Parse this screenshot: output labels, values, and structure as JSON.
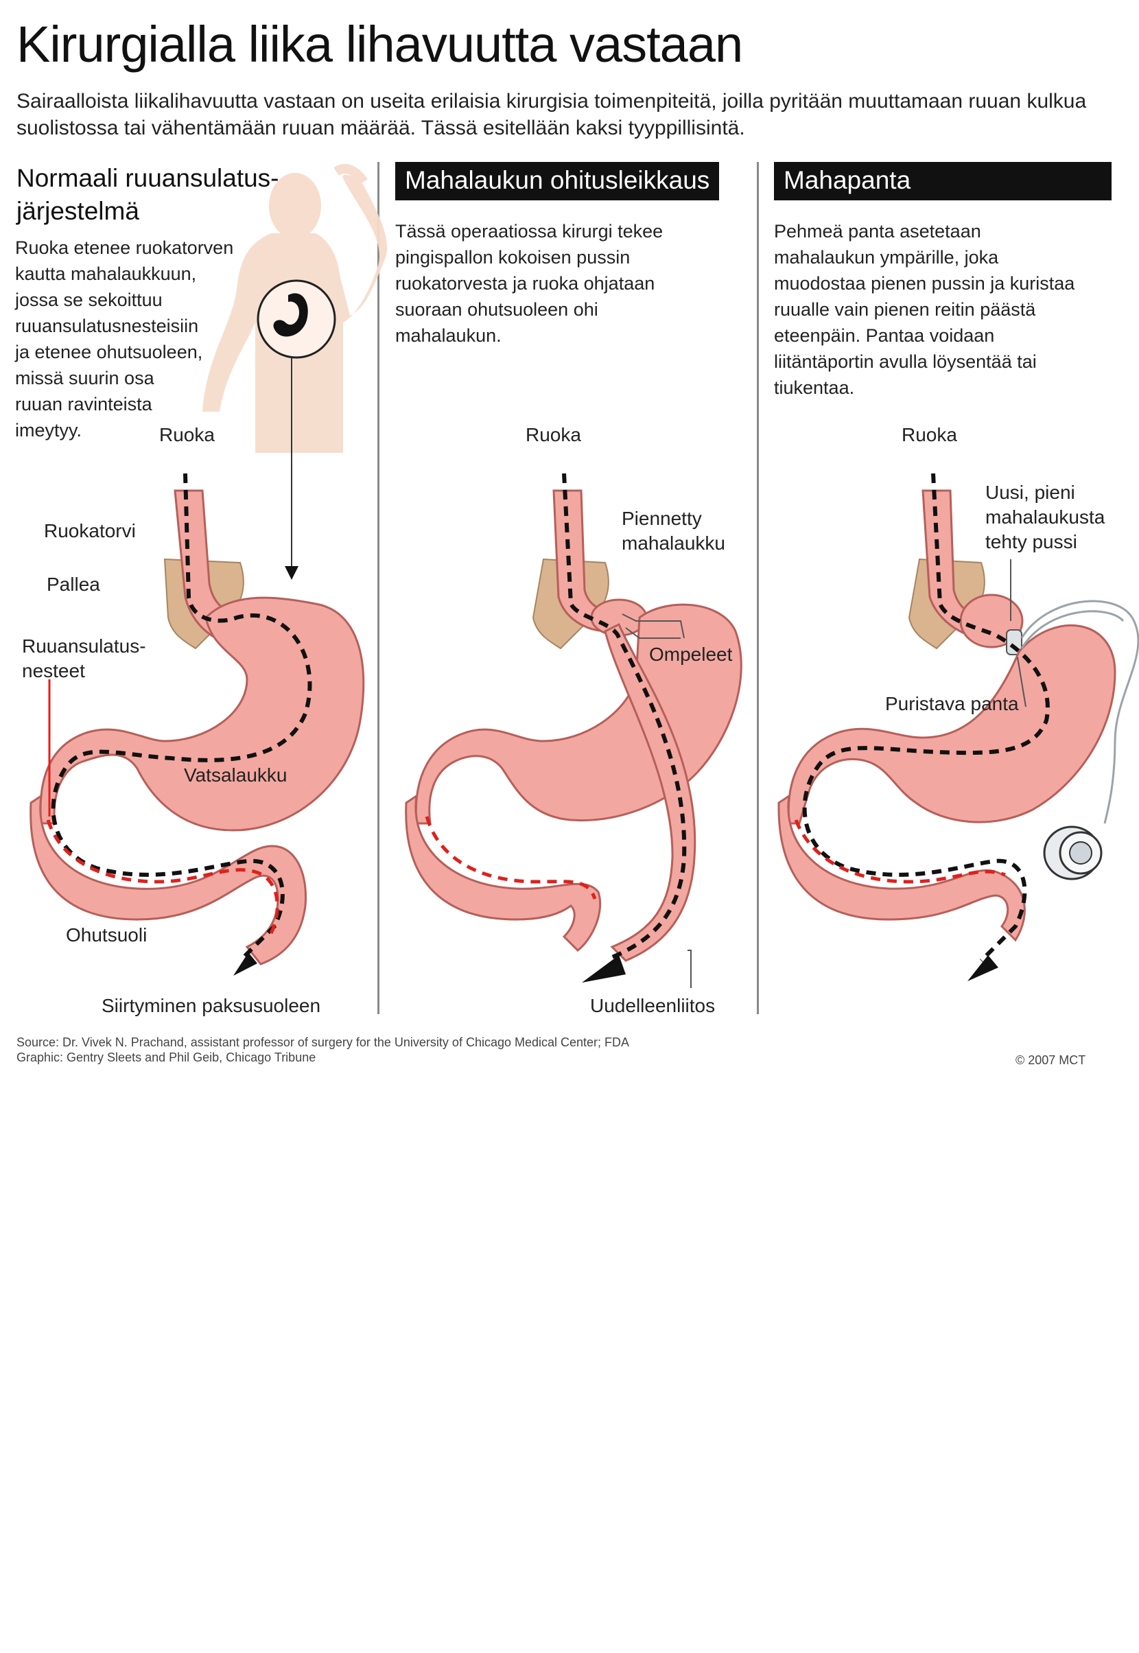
{
  "title": "Kirurgialla liika lihavuutta vastaan",
  "intro": "Sairaalloista liikalihavuutta vastaan on useita erilaisia kirurgisia toimenpiteitä, joilla pyritään muuttamaan ruuan kulkua suolistossa tai vähentämään ruuan määrää. Tässä esitellään kaksi tyyppillisintä.",
  "panels": [
    {
      "heading_line1": "Normaali ruuansulatus-",
      "heading_line2": "järjestelmä",
      "description": [
        "Ruoka etenee ruokatorven",
        "kautta mahalaukkuun,",
        "jossa se sekoittuu",
        "ruuansulatusnesteisiin",
        "ja etenee ohutsuoleen,",
        "missä suurin osa",
        "ruuan ravinteista",
        "imeytyy."
      ],
      "labels": {
        "food": "Ruoka",
        "esophagus": "Ruokatorvi",
        "diaphragm": "Pallea",
        "digestive_fluids_1": "Ruuansulatus-",
        "digestive_fluids_2": "nesteet",
        "stomach": "Vatsalaukku",
        "small_intestine": "Ohutsuoli",
        "to_colon": "Siirtyminen paksusuoleen"
      }
    },
    {
      "heading": "Mahalaukun ohitusleikkaus",
      "description": [
        "Tässä operaatiossa kirurgi tekee",
        "pingispallon kokoisen pussin",
        "ruokatorvesta ja ruoka ohjataan",
        "suoraan ohutsuoleen ohi",
        "mahalaukun."
      ],
      "labels": {
        "food": "Ruoka",
        "reduced_stomach_1": "Piennetty",
        "reduced_stomach_2": "mahalaukku",
        "stitches": "Ompeleet",
        "reconnection": "Uudelleenliitos"
      }
    },
    {
      "heading": "Mahapanta",
      "description": [
        "Pehmeä panta asetetaan",
        "mahalaukun ympärille, joka",
        "muodostaa pienen pussin ja kuristaa",
        "ruualle vain pienen reitin päästä",
        "eteenpäin. Pantaa voidaan",
        "liitäntäportin avulla löysentää tai",
        "tiukentaa."
      ],
      "labels": {
        "food": "Ruoka",
        "pouch_1": "Uusi, pieni",
        "pouch_2": "mahalaukusta",
        "pouch_3": "tehty pussi",
        "band": "Puristava panta"
      }
    }
  ],
  "footer": {
    "source": "Source: Dr. Vivek N. Prachand, assistant professor of surgery for the University of Chicago Medical Center; FDA",
    "graphic": "Graphic: Gentry Sleets and Phil Geib, Chicago Tribune",
    "copyright": "© 2007 MCT"
  },
  "colors": {
    "organ_fill": "#f2a8a0",
    "organ_stroke": "#b65f5a",
    "diaphragm": "#d9b48f",
    "food_path": "#111111",
    "fluid_path": "#e0201c",
    "body_silhouette": "#f6dccb"
  }
}
